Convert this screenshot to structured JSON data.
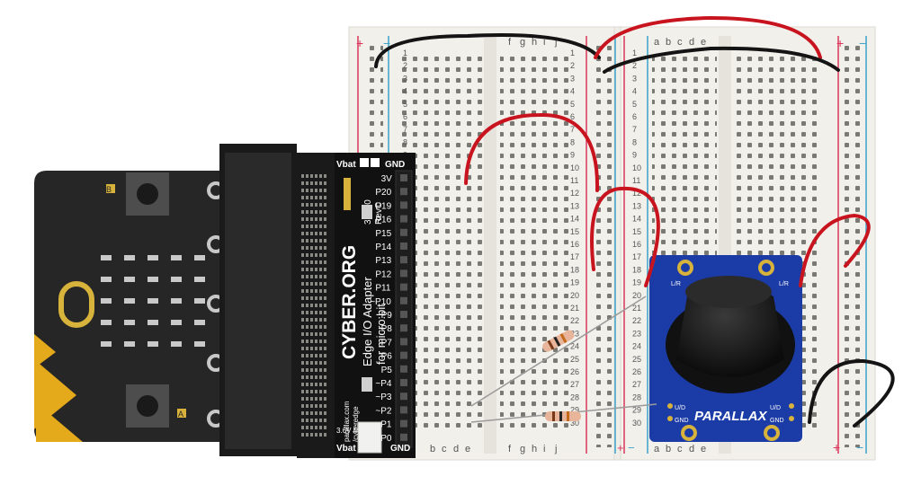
{
  "microbit": {
    "button_a_label": "A",
    "button_b_label": "B"
  },
  "adapter": {
    "brand": "CYBER.ORG",
    "title": "Edge I/O Adapter",
    "subtitle": "for micro:bit",
    "part_number": "32710",
    "revision": "RevC",
    "maker": "parallax.com",
    "maker_path": "/cyberedge",
    "power_note": "3.6V MAX",
    "vbat_top": "Vbat",
    "vbat_bottom": "Vbat",
    "gnd_top": "GND",
    "gnd_bottom": "GND",
    "pin_labels": [
      "3V",
      "P20",
      "P19",
      "P16",
      "P15",
      "P14",
      "P13",
      "P12",
      "P11",
      "~P10",
      "P9",
      "P8",
      "P7",
      "P6",
      "P5",
      "~P4",
      "~P3",
      "~P2",
      "~P1",
      "~P0"
    ]
  },
  "breadboard": {
    "columns_left": [
      "f",
      "g",
      "h",
      "i",
      "j"
    ],
    "columns_right": [
      "a",
      "b",
      "c",
      "d",
      "e"
    ],
    "columns_bottom_left": [
      "b",
      "c",
      "d",
      "e"
    ],
    "columns_bottom_mid": [
      "f",
      "g",
      "h",
      "i",
      "j"
    ],
    "columns_bottom_right": [
      "a",
      "b",
      "c",
      "d",
      "e"
    ],
    "row_numbers": [
      "1",
      "2",
      "3",
      "4",
      "5",
      "6",
      "7",
      "8",
      "9",
      "10",
      "11",
      "12",
      "13",
      "14",
      "15",
      "16",
      "17",
      "18",
      "19",
      "20",
      "21",
      "22",
      "23",
      "24",
      "25",
      "26",
      "27",
      "28",
      "29",
      "30"
    ],
    "rail_plus": "+",
    "rail_minus": "−"
  },
  "joystick": {
    "brand": "PARALLAX",
    "pin_ud": "U/D",
    "pin_lr": "L/R",
    "pin_gnd": "GND"
  },
  "colors": {
    "wire_red": "#c8141e",
    "wire_black": "#141414",
    "microbit_board": "#262626",
    "edge_connector": "#d8b33c",
    "joystick_board": "#1b3ba6",
    "breadboard": "#f1efea",
    "rail_red": "#d9365a",
    "rail_blue": "#3aa3c9"
  }
}
